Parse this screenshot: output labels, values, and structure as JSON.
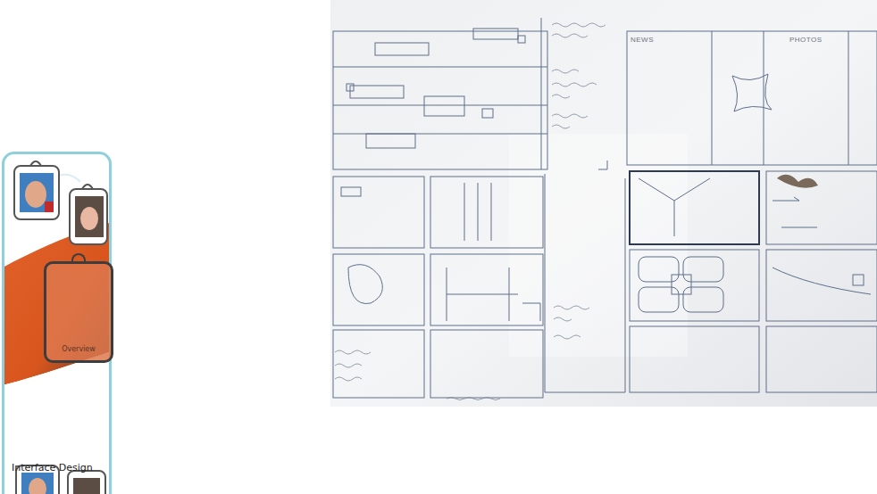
{
  "diagram": {
    "nodes": [
      {
        "text": [
          "Interface Design"
        ]
      },
      {
        "text": [
          "Overview"
        ],
        "in": 0
      }
    ],
    "labels": [
      "NEWS",
      "PHOTOS"
    ]
  }
}
